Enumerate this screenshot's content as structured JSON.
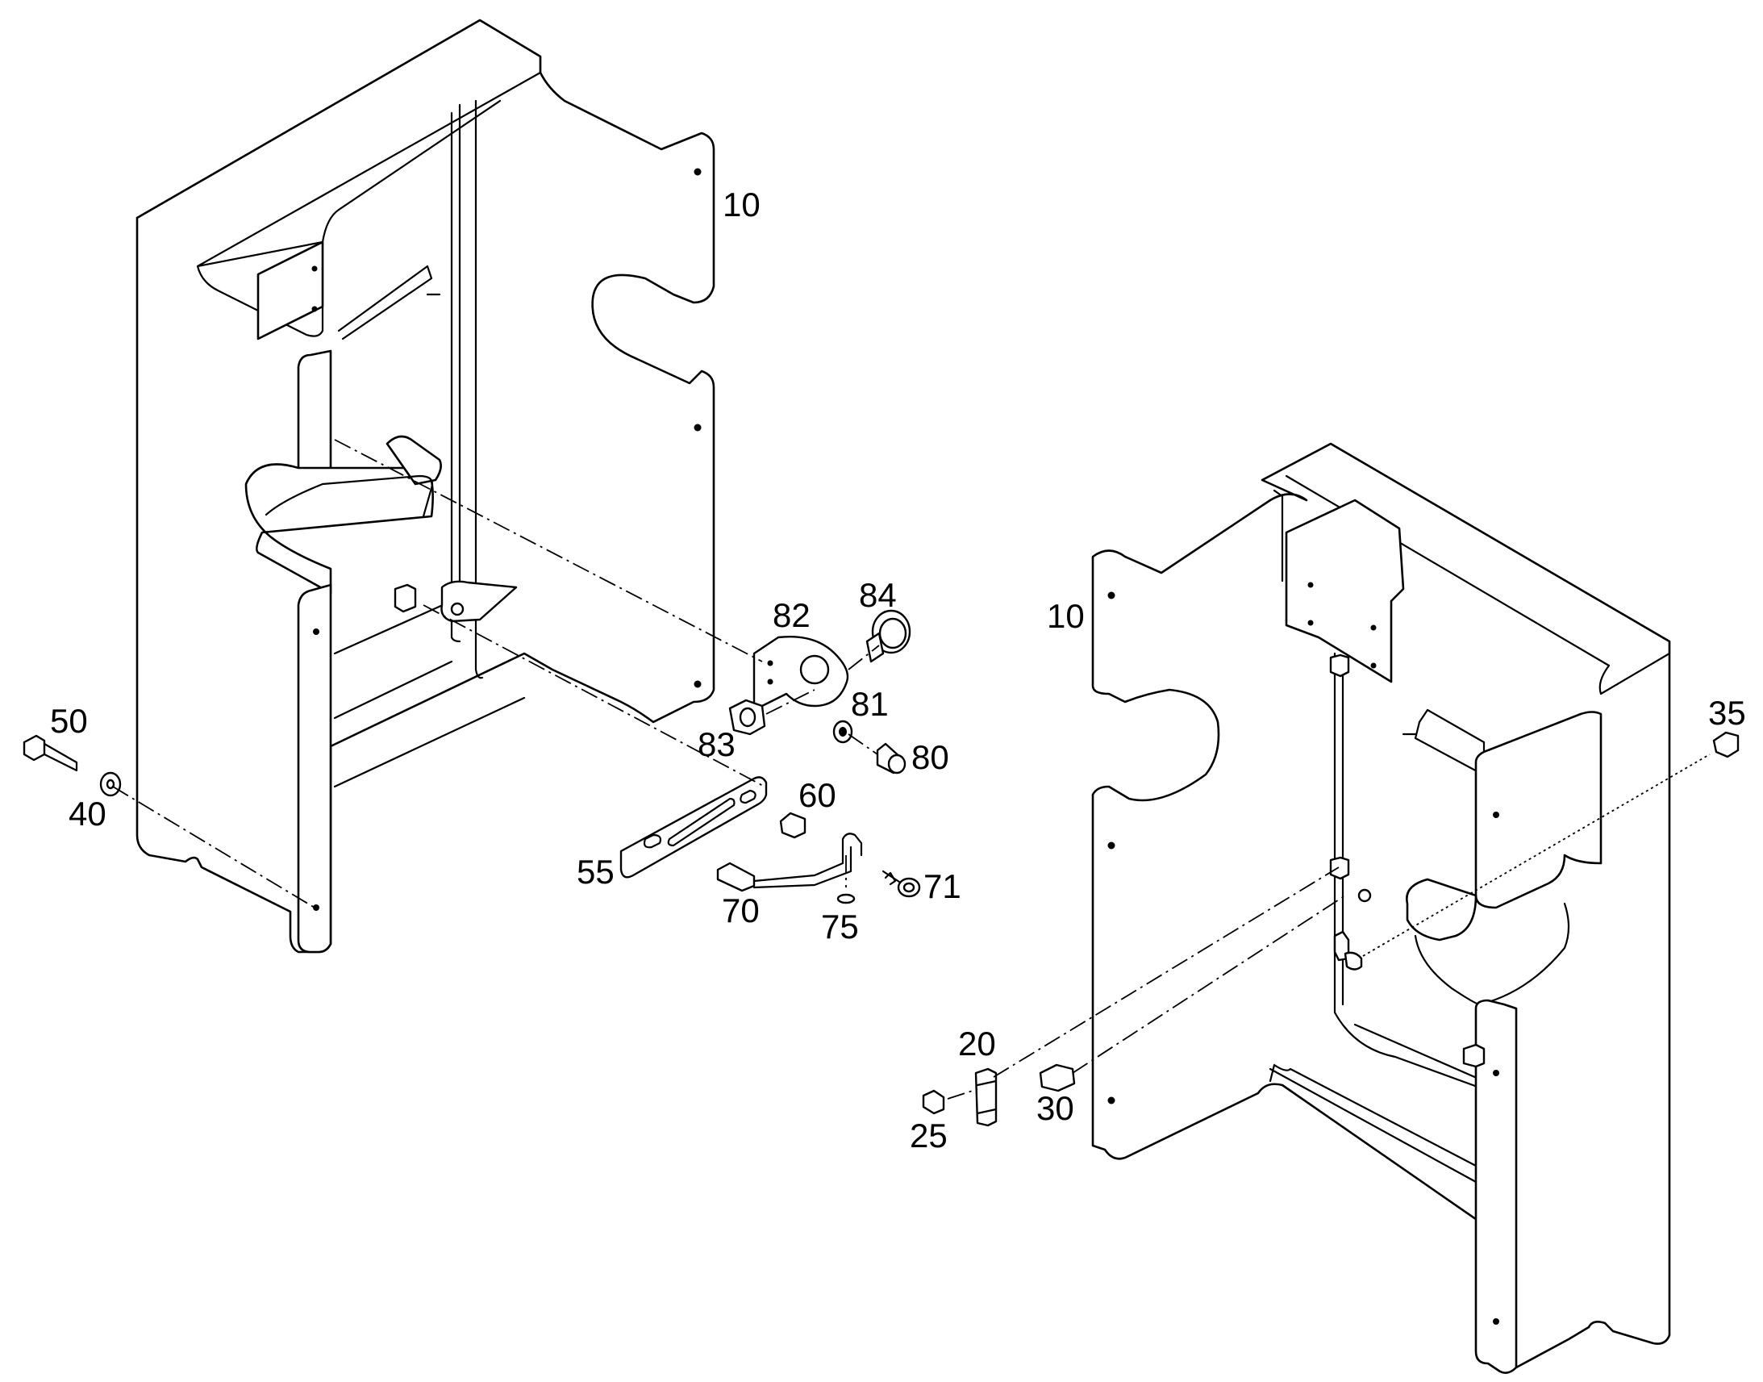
{
  "callouts": {
    "c10_left": "10",
    "c10_right": "10",
    "c20": "20",
    "c25": "25",
    "c30": "30",
    "c35": "35",
    "c40": "40",
    "c50": "50",
    "c55": "55",
    "c60": "60",
    "c70": "70",
    "c71": "71",
    "c75": "75",
    "c80": "80",
    "c81": "81",
    "c82": "82",
    "c83": "83",
    "c84": "84"
  }
}
